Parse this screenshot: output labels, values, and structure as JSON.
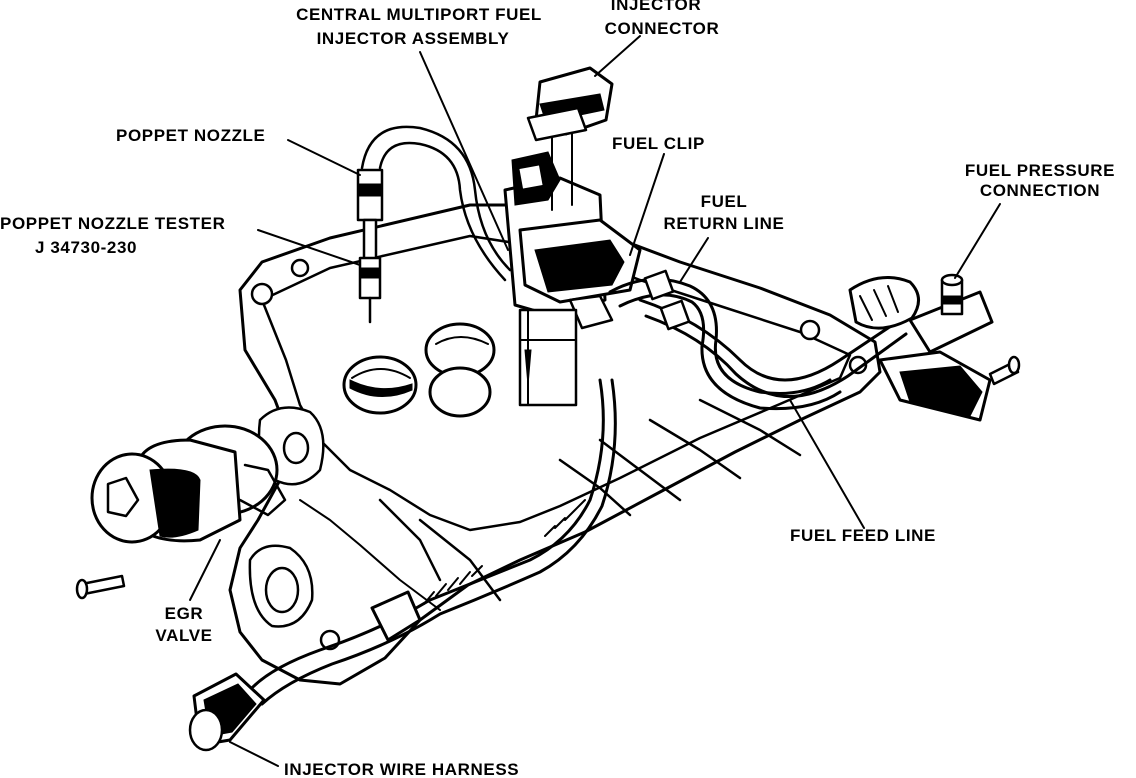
{
  "labels": {
    "central_injector": [
      "CENTRAL MULTIPORT FUEL",
      "INJECTOR ASSEMBLY"
    ],
    "injector_connector": [
      "INJECTOR",
      "CONNECTOR"
    ],
    "poppet_nozzle": "POPPET NOZZLE",
    "fuel_clip": "FUEL CLIP",
    "fuel_pressure_connection": [
      "FUEL PRESSURE",
      "CONNECTION"
    ],
    "poppet_nozzle_tester": [
      "POPPET NOZZLE TESTER",
      "J 34730-230"
    ],
    "fuel_return_line": [
      "FUEL",
      "RETURN LINE"
    ],
    "fuel_feed_line": "FUEL FEED LINE",
    "egr_valve": [
      "EGR",
      "VALVE"
    ],
    "injector_wire_harness": "INJECTOR WIRE HARNESS"
  }
}
